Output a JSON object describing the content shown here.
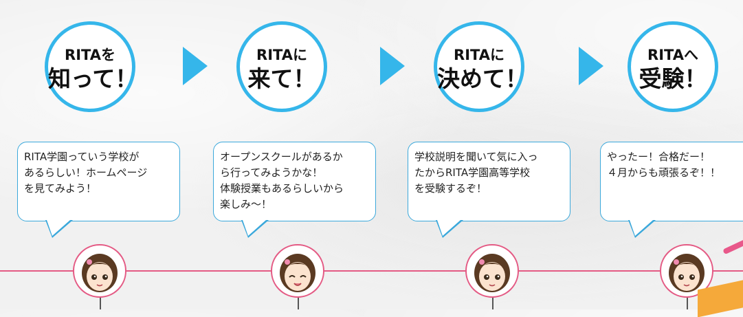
{
  "colors": {
    "accent_blue": "#35b6ea",
    "timeline_pink": "#e45a84",
    "deco_orange": "#f5a93a"
  },
  "steps": [
    {
      "top": "RITAを",
      "bottom": "知って！"
    },
    {
      "top": "RITAに",
      "bottom": "来て！"
    },
    {
      "top": "RITAに",
      "bottom": "決めて！"
    },
    {
      "top": "RITAへ",
      "bottom": "受験！"
    }
  ],
  "bubbles": [
    "RITA学園っていう学校が\nあるらしい！ホームページ\nを見てみよう！",
    "オープンスクールがあるか\nら行ってみようかな！\n体験授業もあるらしいから\n楽しみ～！",
    "学校説明を聞いて気に入っ\nたからRITA学園高等学校\nを受験するぞ！",
    "やったー！合格だー！\n４月からも頑張るぞ！！"
  ],
  "icons": [
    "play-arrow-icon",
    "girl-avatar-icon",
    "girl-smiling-avatar-icon"
  ]
}
